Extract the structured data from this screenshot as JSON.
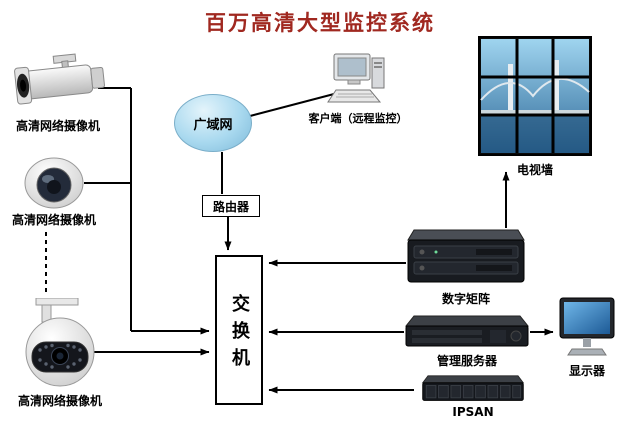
{
  "title": "百万高清大型监控系统",
  "colors": {
    "title": "#a02820",
    "line": "#000000",
    "wan_fill": "#a9d9ef",
    "wan_border": "#7aaec9"
  },
  "nodes": {
    "camera_bullet": {
      "label": "高清网络摄像机",
      "icon": "bullet-camera-icon"
    },
    "camera_dome": {
      "label": "高清网络摄像机",
      "icon": "dome-camera-icon"
    },
    "camera_ptz": {
      "label": "高清网络摄像机",
      "icon": "ptz-camera-icon"
    },
    "wan": {
      "label": "广域网",
      "icon": "wan-cloud-ellipse"
    },
    "client": {
      "label": "客户端（远程监控）",
      "icon": "desktop-computer-icon"
    },
    "router": {
      "label": "路由器",
      "icon": "router-box"
    },
    "switch": {
      "label": "交换机",
      "icon": "switch-box"
    },
    "tv_wall": {
      "label": "电视墙",
      "icon": "tv-wall-icon"
    },
    "digital_matrix": {
      "label": "数字矩阵",
      "icon": "rack-server-icon"
    },
    "mgmt_server": {
      "label": "管理服务器",
      "icon": "rack-server-icon"
    },
    "ipsan": {
      "label": "IPSAN",
      "icon": "storage-array-icon"
    },
    "monitor": {
      "label": "显示器",
      "icon": "monitor-icon"
    }
  }
}
